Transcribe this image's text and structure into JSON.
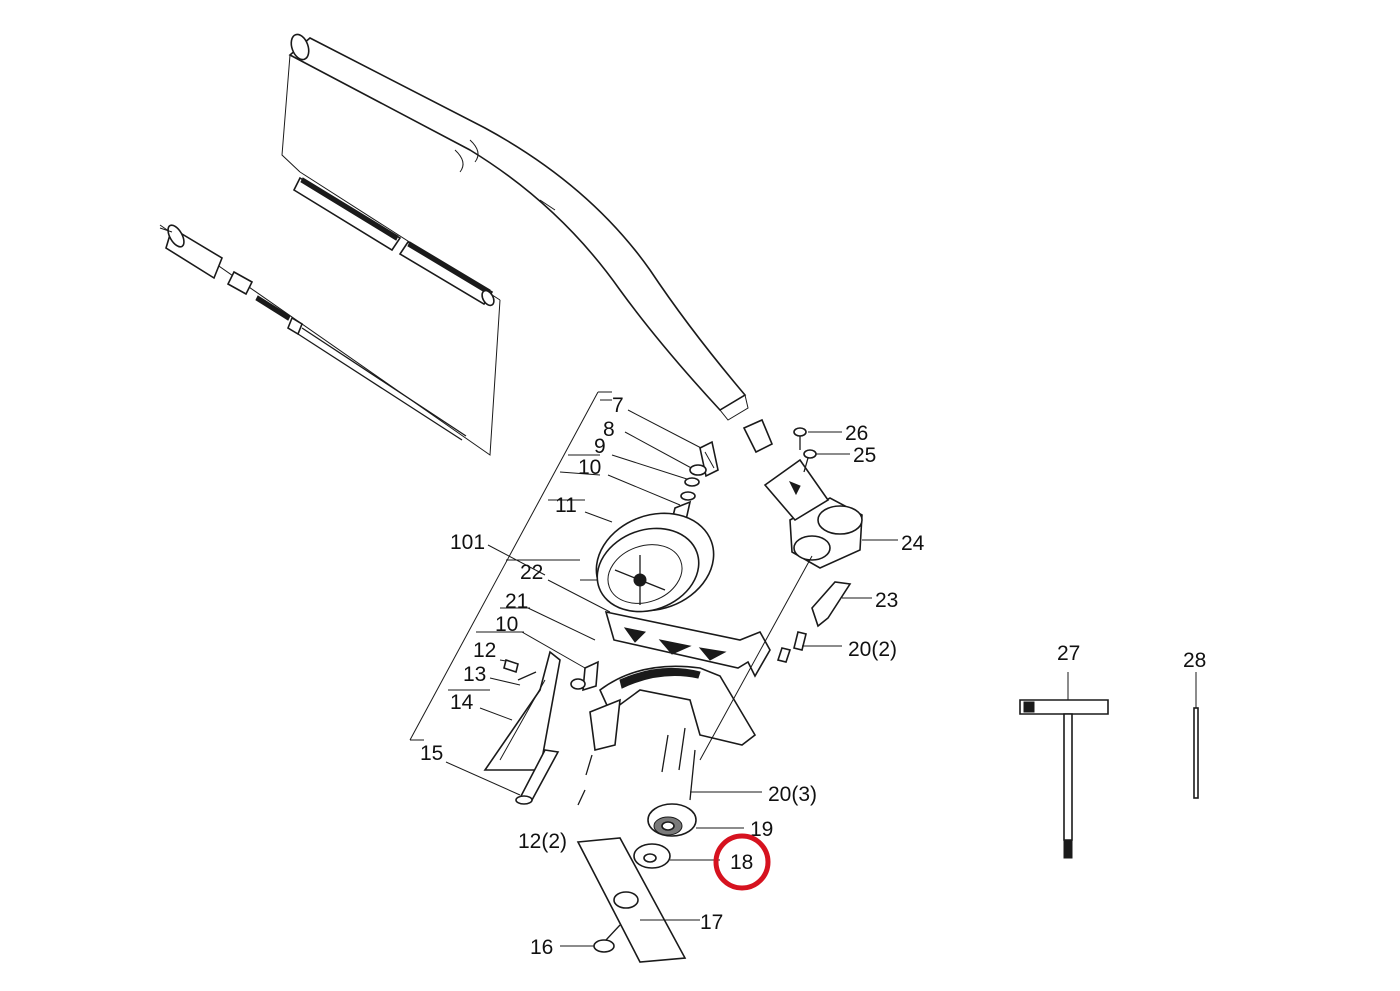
{
  "labels": {
    "p7": "7",
    "p8": "8",
    "p9": "9",
    "p10a": "10",
    "p11": "11",
    "p101": "101",
    "p22": "22",
    "p21": "21",
    "p10b": "10",
    "p12": "12",
    "p13": "13",
    "p14": "14",
    "p15": "15",
    "p26": "26",
    "p25": "25",
    "p24": "24",
    "p23": "23",
    "p20_2": "20(2)",
    "p20_3": "20(3)",
    "p19": "19",
    "p18": "18",
    "p12_2": "12(2)",
    "p17": "17",
    "p16": "16",
    "p27": "27",
    "p28": "28"
  },
  "highlight": {
    "part": "18",
    "color": "#d6121f"
  }
}
